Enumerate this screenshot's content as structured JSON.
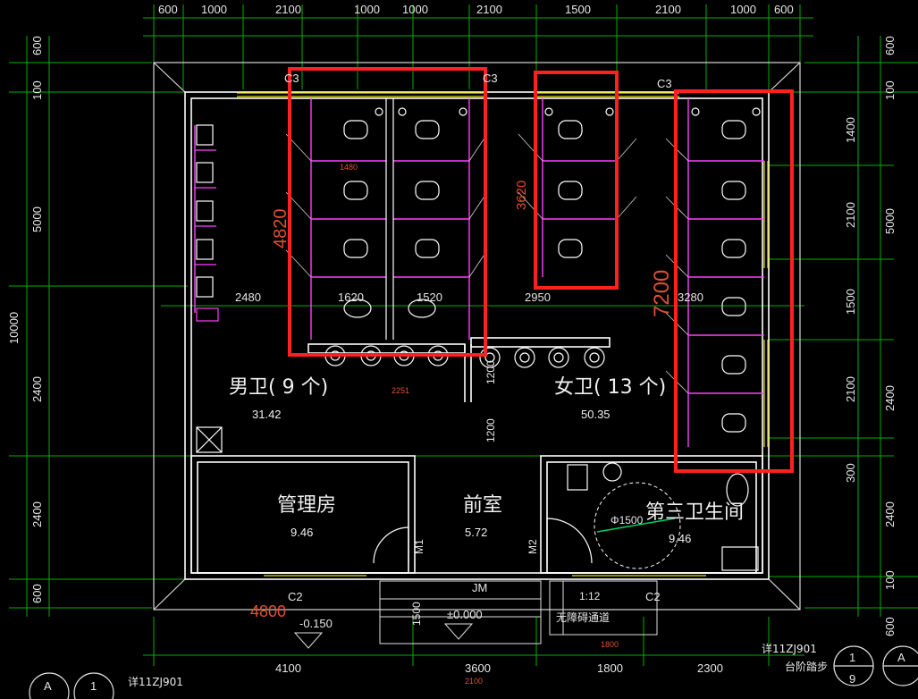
{
  "top_dims": [
    "600",
    "1000",
    "2100",
    "1000",
    "1000",
    "2100",
    "1500",
    "2100",
    "1000",
    "600"
  ],
  "left_dims": [
    "600",
    "100",
    "5000",
    "2400",
    "2400",
    "600"
  ],
  "left_total": "10000",
  "right_dims": [
    "600",
    "100",
    "1400",
    "2100",
    "1500",
    "2100",
    "300",
    "100",
    "600"
  ],
  "right_outer": [
    "5000",
    "2400",
    "2400"
  ],
  "bottom_dims": [
    "4100",
    "3600",
    "1800",
    "2300"
  ],
  "bottom_small": "2100",
  "window_labels": {
    "c3a": "C3",
    "c3b": "C3",
    "c3c": "C3",
    "c2a": "C2",
    "c2b": "C2"
  },
  "rooms": {
    "men": {
      "name": "男卫( 9 个)",
      "area": "31.42"
    },
    "women": {
      "name": "女卫( 13 个)",
      "area": "50.35"
    },
    "mgmt": {
      "name": "管理房",
      "area": "9.46"
    },
    "lobby": {
      "name": "前室",
      "area": "5.72"
    },
    "third": {
      "name": "第三卫生间",
      "area": "9.46"
    }
  },
  "inner_dims": {
    "d2480": "2480",
    "d1620": "1620",
    "d1520": "1520",
    "d2950": "2950",
    "d3280": "3280",
    "d2251": "2251",
    "d1200a": "1200",
    "d1200b": "1200",
    "d1480": "1480"
  },
  "red_dims": {
    "d4820": "4820",
    "d3620": "3620",
    "d7200": "7200",
    "d4800": "4800"
  },
  "labels": {
    "m1": "M1",
    "m2": "M2",
    "jm": "JM",
    "lvl_low": "-0.150",
    "lvl_zero": "±0.000",
    "phi": "Φ1500",
    "slope": "1:12",
    "ramp": "无障碍通道",
    "d1500": "1500",
    "d1800": "1800",
    "detail_a": "详11ZJ901",
    "detail_b": "详11ZJ901",
    "steps": "台阶踏步",
    "axis_a": "A",
    "axis_1": "1",
    "sheet_1": "1",
    "sheet_9": "9",
    "sheet_a": "A"
  },
  "colors": {
    "highlight": "#ff2020",
    "wall": "#ffffff",
    "grid": "#00c000",
    "dim": "#e6e6e6",
    "magenta": "#ff40ff",
    "yellow": "#e8e000",
    "red_text": "#e05030"
  }
}
